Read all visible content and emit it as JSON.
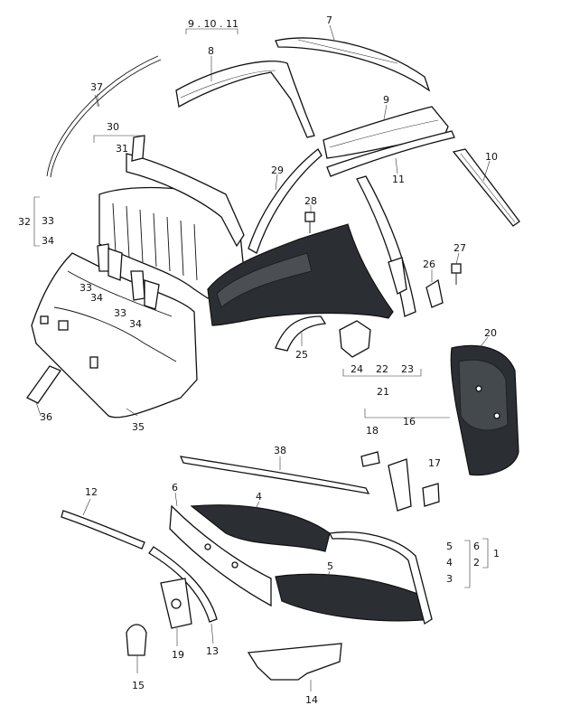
{
  "diagram": {
    "callouts": {
      "c1": "1",
      "c2": "2",
      "c3": "3",
      "c4a": "4",
      "c4b": "4",
      "c5a": "5",
      "c5b": "5",
      "c6a": "6",
      "c6b": "6",
      "c7": "7",
      "c8": "8",
      "c9": "9",
      "c10": "10",
      "c11": "11",
      "c12": "12",
      "c13": "13",
      "c14": "14",
      "c15": "15",
      "c16": "16",
      "c17": "17",
      "c18": "18",
      "c19": "19",
      "c20": "20",
      "c21": "21",
      "c22": "22",
      "c23": "23",
      "c24": "24",
      "c25": "25",
      "c26": "26",
      "c27": "27",
      "c28": "28",
      "c29": "29",
      "c30": "30",
      "c31": "31",
      "c32": "32",
      "c33a": "33",
      "c33b": "33",
      "c33c": "33",
      "c34a": "34",
      "c34b": "34",
      "c34c": "34",
      "c35": "35",
      "c36": "36",
      "c37": "37",
      "c38": "38",
      "top": "9 . 10 . 11"
    }
  }
}
